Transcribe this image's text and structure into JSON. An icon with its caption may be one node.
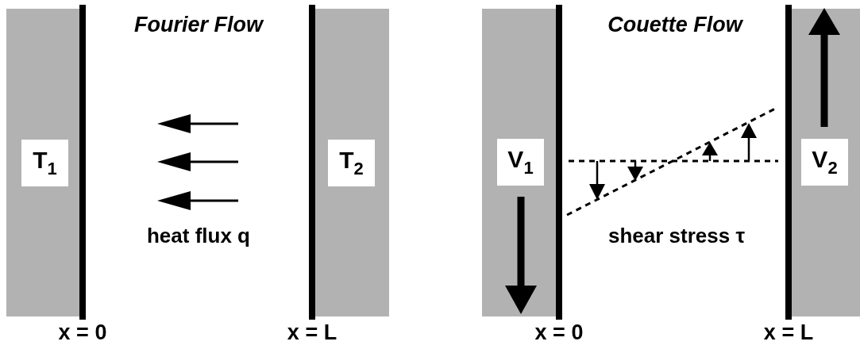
{
  "diagram": {
    "nodes": [
      {
        "text": [
          "T$_{1}$"
        ]
      },
      {
        "text": [
          "T$_{2}$"
        ]
      },
      {
        "text": [
          "V$_{1}$"
        ]
      },
      {
        "text": [
          "V$_{2}$"
        ]
      }
    ],
    "labels": [
      "Fourier Flow",
      "Couette Flow",
      "heat flux q",
      "shear stress τ",
      "x = 0",
      "x = L",
      "x = 0",
      "x = L"
    ]
  }
}
